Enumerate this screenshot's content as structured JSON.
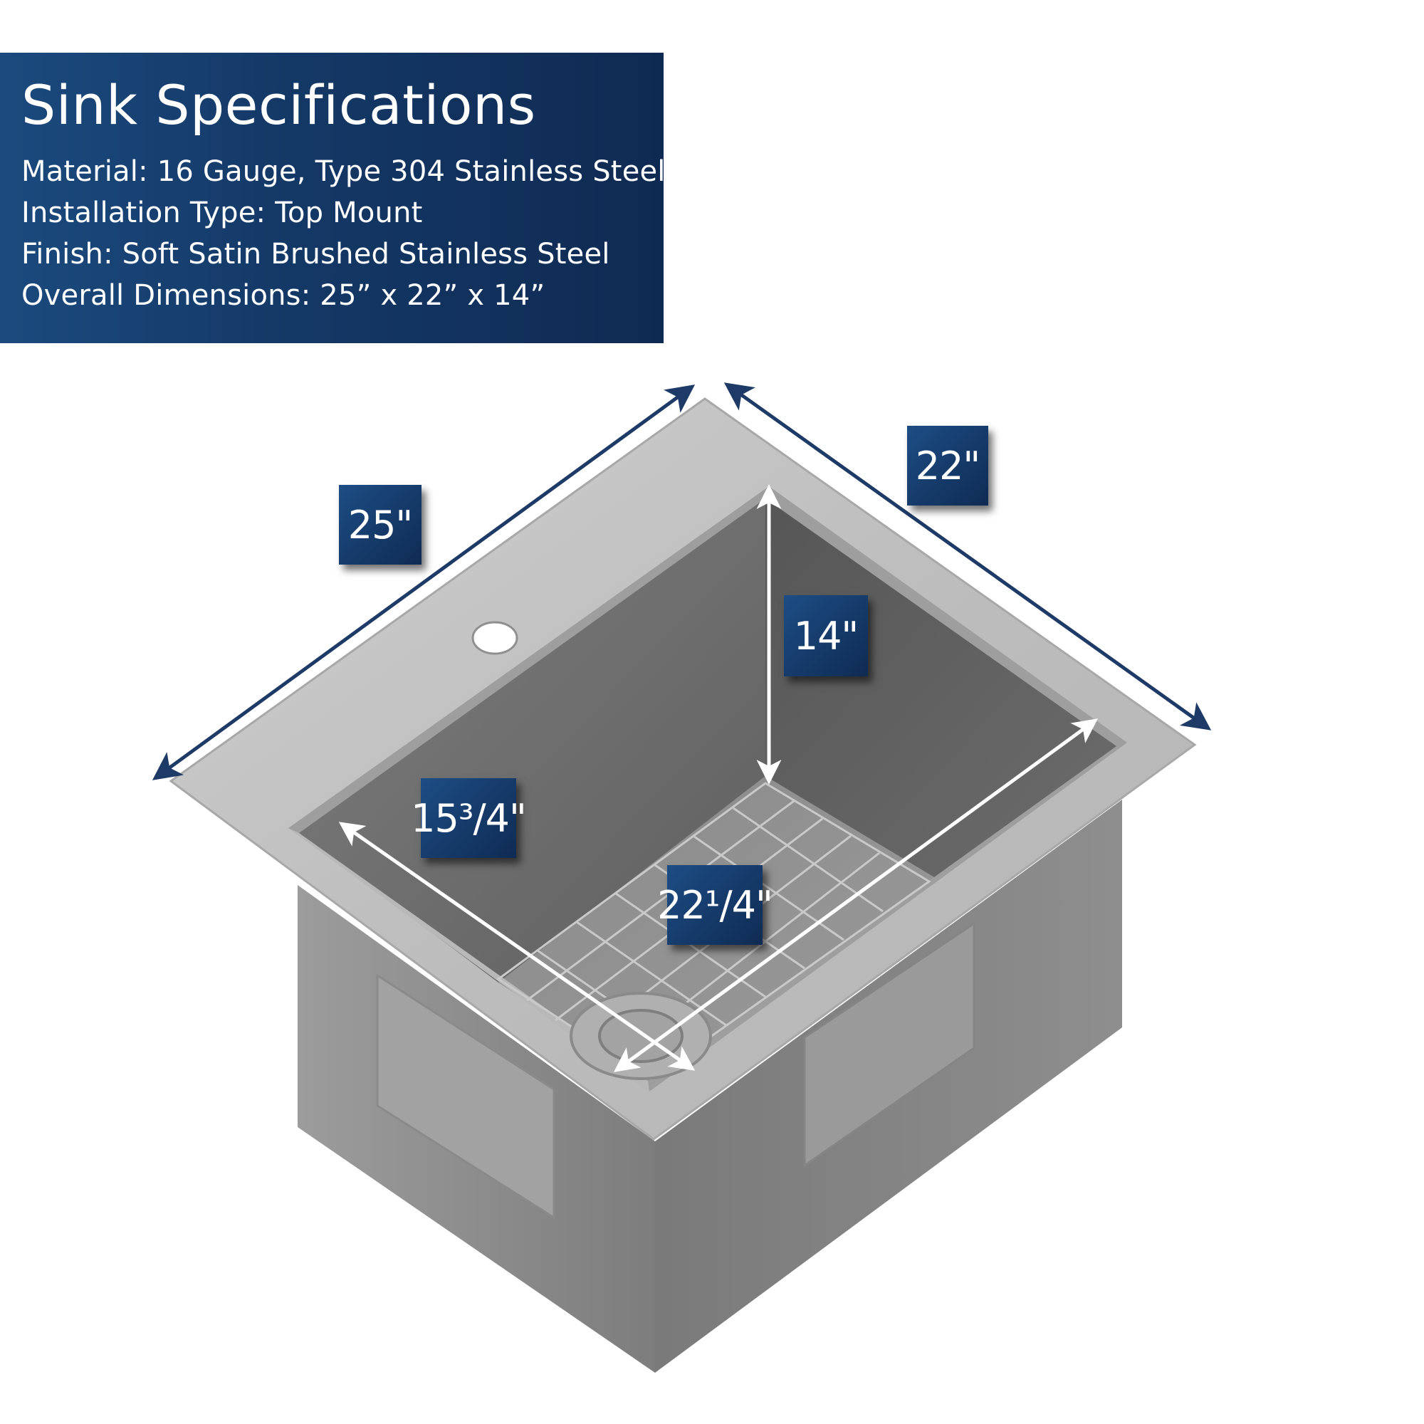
{
  "specs": {
    "title": "Sink Specifications",
    "lines": [
      "Material: 16 Gauge, Type 304 Stainless Steel",
      "Installation Type: Top Mount",
      "Finish: Soft Satin Brushed Stainless Steel",
      "Overall Dimensions: 25” x 22” x 14”"
    ]
  },
  "dimensions": {
    "length": "25\"",
    "width": "22\"",
    "depth": "14\"",
    "bowl_width": "15³/4\"",
    "bowl_length": "22¹/4\""
  },
  "colors": {
    "panel": "#143866",
    "badge": "#1d4d85",
    "arrow_dark": "#1e3a66",
    "arrow_light": "#ffffff"
  }
}
